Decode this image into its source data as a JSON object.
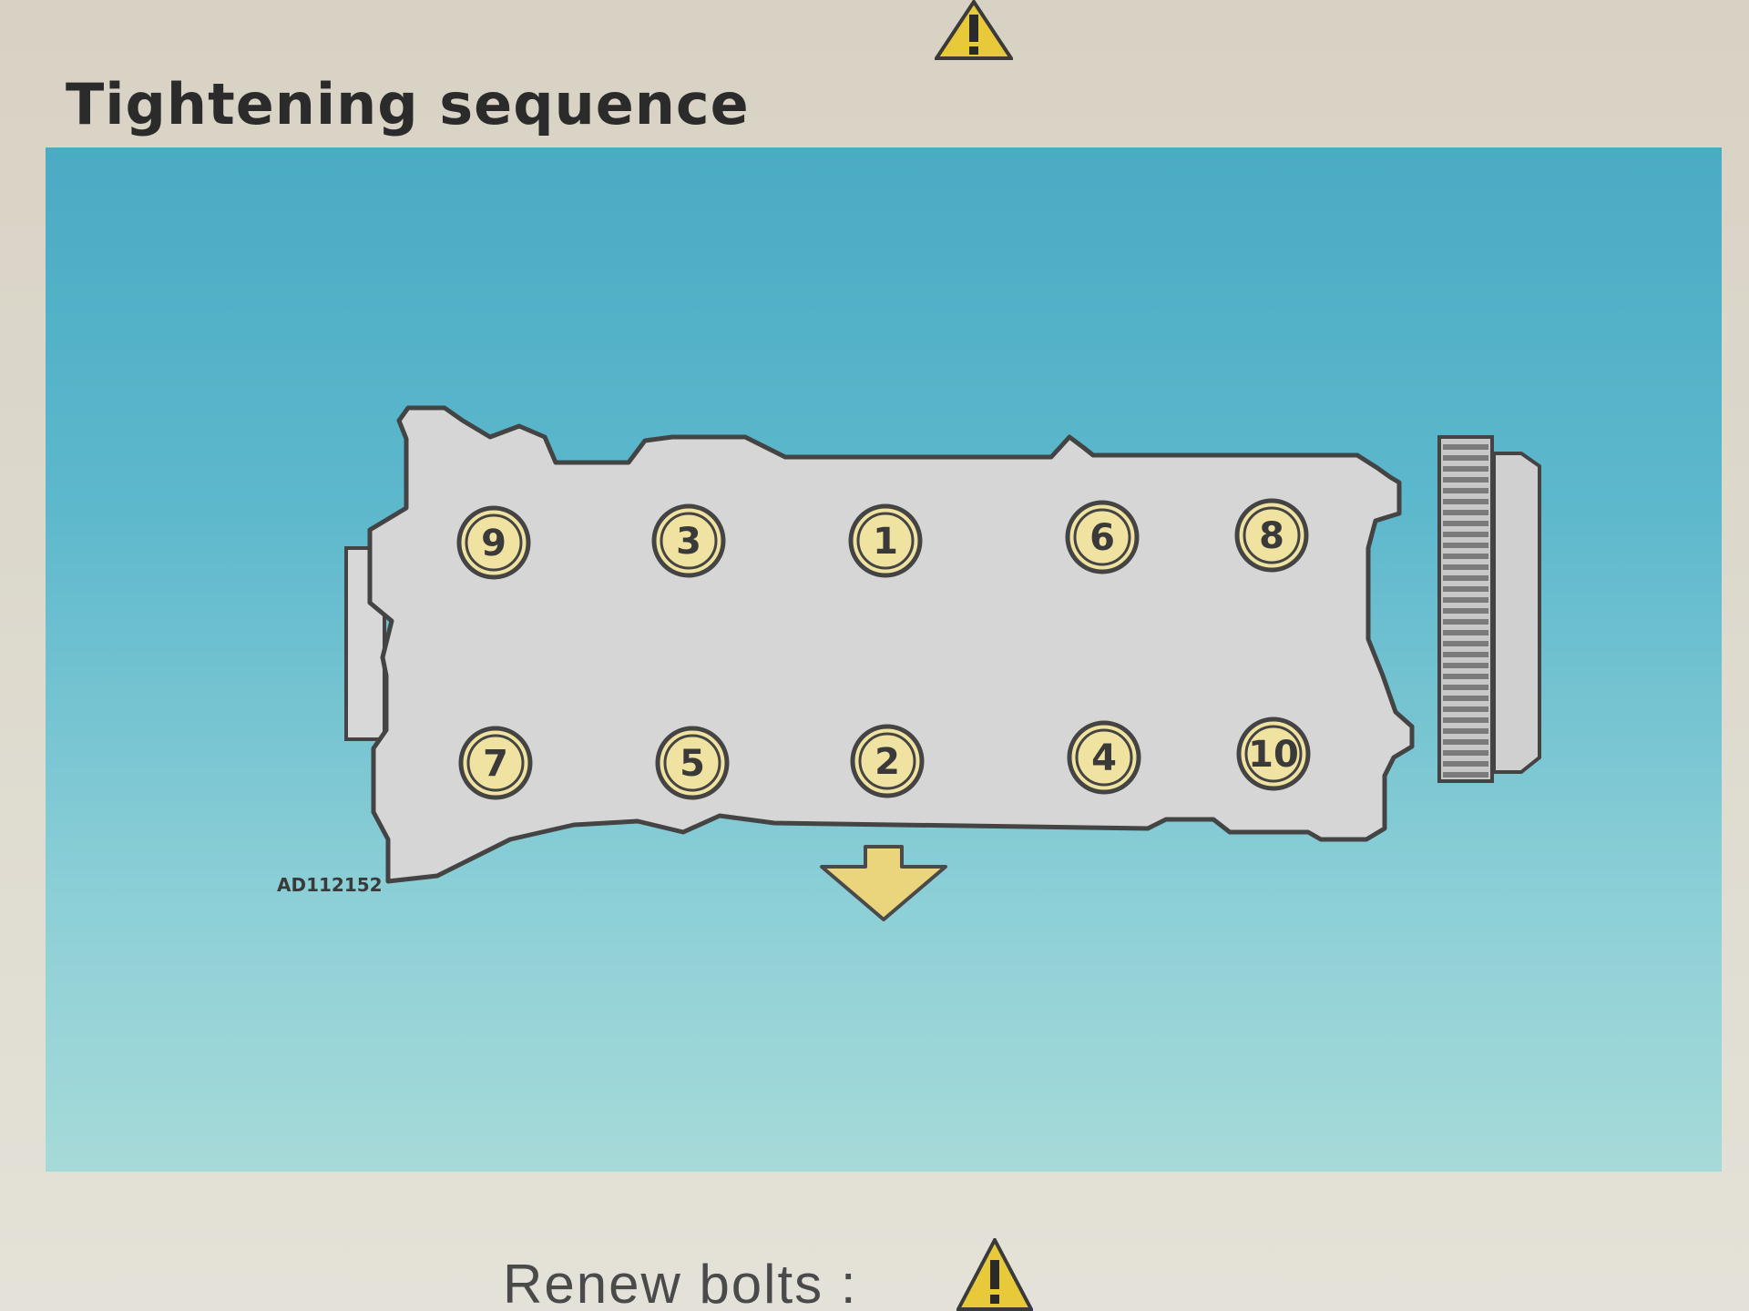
{
  "header": {
    "title": "Tightening sequence"
  },
  "figure": {
    "code": "AD112152",
    "bolts": [
      {
        "label": "9"
      },
      {
        "label": "3"
      },
      {
        "label": "1"
      },
      {
        "label": "6"
      },
      {
        "label": "8"
      },
      {
        "label": "7"
      },
      {
        "label": "5"
      },
      {
        "label": "2"
      },
      {
        "label": "4"
      },
      {
        "label": "10"
      }
    ],
    "direction_arrow": "down-arrow-icon"
  },
  "footer": {
    "renew_label": "Renew bolts :"
  },
  "colors": {
    "panel_top": "#4aabc4",
    "panel_bottom": "#a6dad8",
    "head": "#d6d6d6",
    "bolt": "#f3e6a0",
    "warning": "#e8c93a"
  },
  "icons": {
    "warning": "warning-triangle-icon"
  }
}
